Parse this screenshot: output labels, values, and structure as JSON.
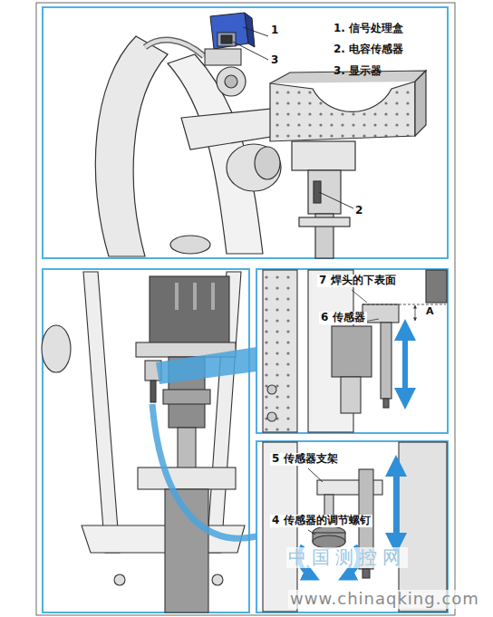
{
  "diagram": {
    "labels": [
      "1. 信号处理盒",
      "2. 电容传感器",
      "3. 显示器",
      "1",
      "3",
      "2",
      "7 焊头的下表面",
      "6 传感器",
      "A",
      "5 传感器支架",
      "4 传感器的调节螺钉",
      "中国测控网",
      "www.chinaqking.com"
    ]
  }
}
